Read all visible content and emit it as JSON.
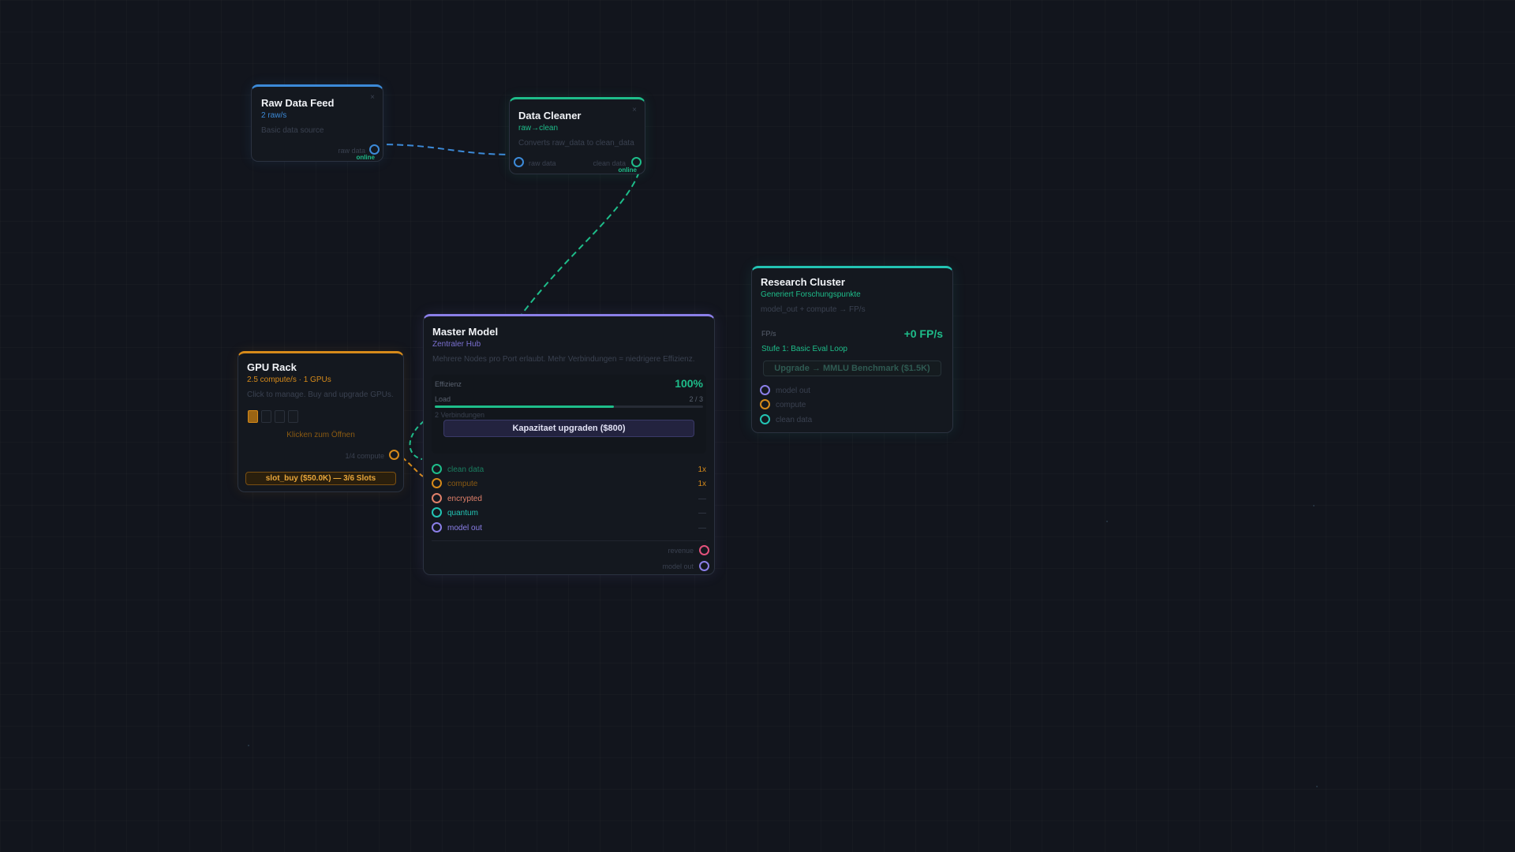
{
  "colors": {
    "blue": "#3c8ad8",
    "green": "#1ebd8a",
    "orange": "#d68a1a",
    "purple": "#8b7fe8",
    "salmon": "#e0806a",
    "teal": "#23c4b4",
    "pink": "#e4527c"
  },
  "raw_data_feed": {
    "title": "Raw Data Feed",
    "rate": "2 raw/s",
    "desc": "Basic data source",
    "close": "×",
    "out_label": "raw data",
    "status": "online"
  },
  "data_cleaner": {
    "title": "Data Cleaner",
    "sub": "raw→clean",
    "desc": "Converts raw_data to clean_data",
    "close": "×",
    "in_label": "raw data",
    "out_label": "clean data",
    "status": "online"
  },
  "gpu_rack": {
    "title": "GPU Rack",
    "sub": "2.5 compute/s · 1 GPUs",
    "desc": "Click to manage. Buy and upgrade GPUs.",
    "slots_total": 4,
    "slots_filled": 1,
    "open_hint": "Klicken zum Öffnen",
    "out_label": "1/4 compute",
    "buy_button": "slot_buy ($50.0K) — 3/6 Slots"
  },
  "master_model": {
    "title": "Master Model",
    "sub": "Zentraler Hub",
    "desc": "Mehrere Nodes pro Port erlaubt. Mehr Verbindungen = niedrigere Effizienz.",
    "efficiency_label": "Effizienz",
    "efficiency_value": "100%",
    "load_label": "Load",
    "load_value": "2 / 3",
    "load_fraction": 0.667,
    "connections": "2 Verbindungen",
    "upgrade_button": "Kapazitaet upgraden ($800)",
    "inputs": [
      {
        "label": "clean data",
        "mult": "1x"
      },
      {
        "label": "compute",
        "mult": "1x"
      },
      {
        "label": "encrypted",
        "mult": "—"
      },
      {
        "label": "quantum",
        "mult": "—"
      },
      {
        "label": "model out",
        "mult": "—"
      }
    ],
    "outputs": [
      {
        "label": "revenue"
      },
      {
        "label": "model out"
      }
    ]
  },
  "research_cluster": {
    "title": "Research Cluster",
    "sub": "Generiert Forschungspunkte",
    "desc": "model_out + compute → FP/s",
    "fp_label": "FP/s",
    "fp_value": "+0 FP/s",
    "stage": "Stufe 1: Basic Eval Loop",
    "upgrade_button": "Upgrade → MMLU Benchmark ($1.5K)",
    "inputs": [
      {
        "label": "model out"
      },
      {
        "label": "compute"
      },
      {
        "label": "clean data"
      }
    ]
  }
}
